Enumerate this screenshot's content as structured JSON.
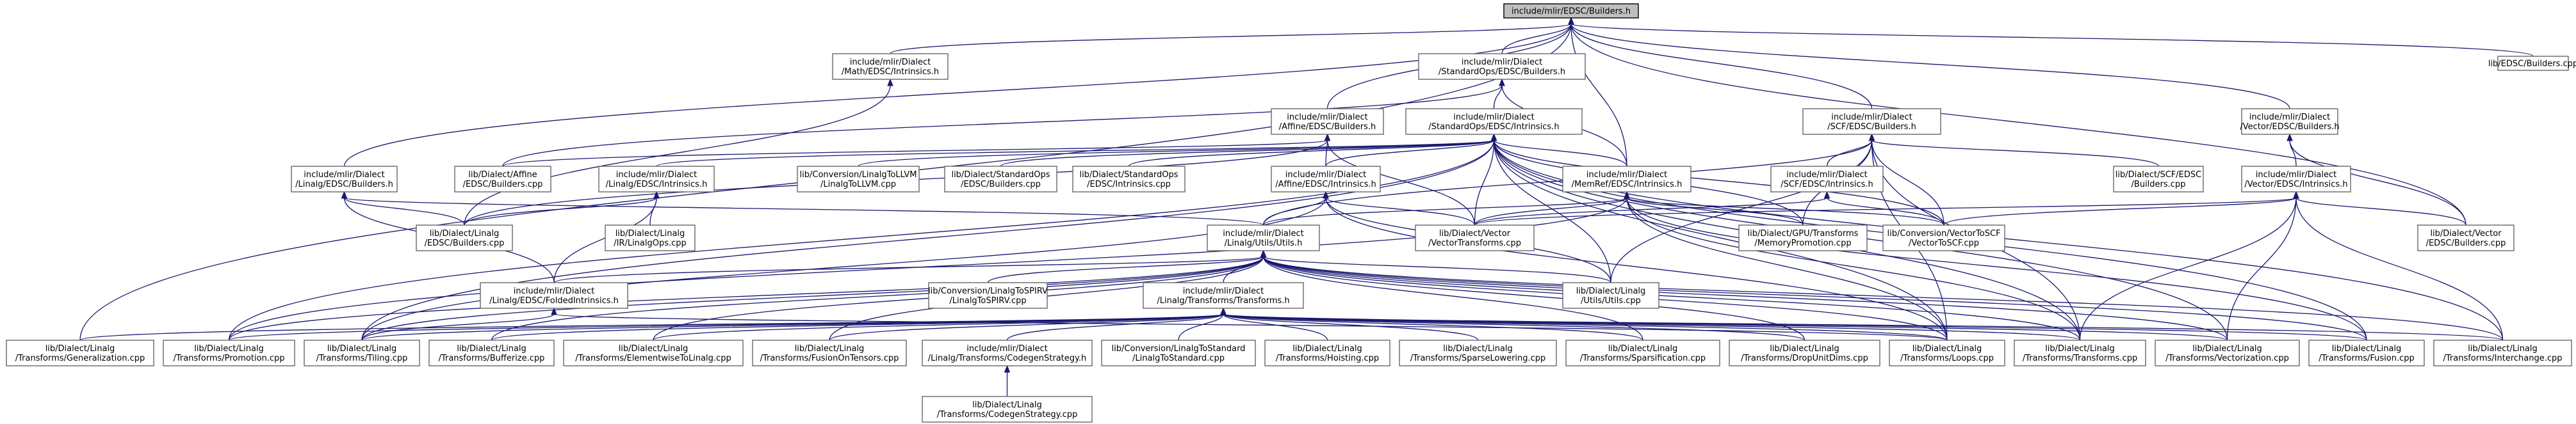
{
  "graph": {
    "root": "builders",
    "nodes": {
      "builders": [
        "include/mlir/EDSC/Builders.h"
      ],
      "math_intr": [
        "include/mlir/Dialect",
        "/Math/EDSC/Intrinsics.h"
      ],
      "std_builders": [
        "include/mlir/Dialect",
        "/StandardOps/EDSC/Builders.h"
      ],
      "lib_edsc_builders": [
        "lib/EDSC/Builders.cpp"
      ],
      "affine_builders": [
        "include/mlir/Dialect",
        "/Affine/EDSC/Builders.h"
      ],
      "std_intr": [
        "include/mlir/Dialect",
        "/StandardOps/EDSC/Intrinsics.h"
      ],
      "scf_builders": [
        "include/mlir/Dialect",
        "/SCF/EDSC/Builders.h"
      ],
      "vector_builders": [
        "include/mlir/Dialect",
        "/Vector/EDSC/Builders.h"
      ],
      "linalg_builders": [
        "include/mlir/Dialect",
        "/Linalg/EDSC/Builders.h"
      ],
      "lib_affine_builders": [
        "lib/Dialect/Affine",
        "/EDSC/Builders.cpp"
      ],
      "linalg_intr": [
        "include/mlir/Dialect",
        "/Linalg/EDSC/Intrinsics.h"
      ],
      "conv_linalg_llvm": [
        "lib/Conversion/LinalgToLLVM",
        "/LinalgToLLVM.cpp"
      ],
      "lib_std_builders": [
        "lib/Dialect/StandardOps",
        "/EDSC/Builders.cpp"
      ],
      "lib_std_intr": [
        "lib/Dialect/StandardOps",
        "/EDSC/Intrinsics.cpp"
      ],
      "affine_intr": [
        "include/mlir/Dialect",
        "/Affine/EDSC/Intrinsics.h"
      ],
      "memref_intr": [
        "include/mlir/Dialect",
        "/MemRef/EDSC/Intrinsics.h"
      ],
      "scf_intr": [
        "include/mlir/Dialect",
        "/SCF/EDSC/Intrinsics.h"
      ],
      "lib_scf_builders": [
        "lib/Dialect/SCF/EDSC",
        "/Builders.cpp"
      ],
      "vector_intr": [
        "include/mlir/Dialect",
        "/Vector/EDSC/Intrinsics.h"
      ],
      "lib_linalg_builders": [
        "lib/Dialect/Linalg",
        "/EDSC/Builders.cpp"
      ],
      "lib_linalg_ops": [
        "lib/Dialect/Linalg",
        "/IR/LinalgOps.cpp"
      ],
      "linalg_utils": [
        "include/mlir/Dialect",
        "/Linalg/Utils/Utils.h"
      ],
      "vector_transforms": [
        "lib/Dialect/Vector",
        "/VectorTransforms.cpp"
      ],
      "gpu_memprom": [
        "lib/Dialect/GPU/Transforms",
        "/MemoryPromotion.cpp"
      ],
      "conv_vector_scf": [
        "lib/Conversion/VectorToSCF",
        "/VectorToSCF.cpp"
      ],
      "lib_vector_builders": [
        "lib/Dialect/Vector",
        "/EDSC/Builders.cpp"
      ],
      "folded_intr": [
        "include/mlir/Dialect",
        "/Linalg/EDSC/FoldedIntrinsics.h"
      ],
      "conv_linalg_spirv": [
        "lib/Conversion/LinalgToSPIRV",
        "/LinalgToSPIRV.cpp"
      ],
      "linalg_transforms_h": [
        "include/mlir/Dialect",
        "/Linalg/Transforms/Transforms.h"
      ],
      "lib_linalg_utils": [
        "lib/Dialect/Linalg",
        "/Utils/Utils.cpp"
      ],
      "t_generalization": [
        "lib/Dialect/Linalg",
        "/Transforms/Generalization.cpp"
      ],
      "t_promotion": [
        "lib/Dialect/Linalg",
        "/Transforms/Promotion.cpp"
      ],
      "t_tiling": [
        "lib/Dialect/Linalg",
        "/Transforms/Tiling.cpp"
      ],
      "t_bufferize": [
        "lib/Dialect/Linalg",
        "/Transforms/Bufferize.cpp"
      ],
      "t_elementwise": [
        "lib/Dialect/Linalg",
        "/Transforms/ElementwiseToLinalg.cpp"
      ],
      "t_fusion_tensors": [
        "lib/Dialect/Linalg",
        "/Transforms/FusionOnTensors.cpp"
      ],
      "codegen_h": [
        "include/mlir/Dialect",
        "/Linalg/Transforms/CodegenStrategy.h"
      ],
      "conv_linalg_std": [
        "lib/Conversion/LinalgToStandard",
        "/LinalgToStandard.cpp"
      ],
      "t_hoisting": [
        "lib/Dialect/Linalg",
        "/Transforms/Hoisting.cpp"
      ],
      "t_sparse_lowering": [
        "lib/Dialect/Linalg",
        "/Transforms/SparseLowering.cpp"
      ],
      "t_sparsification": [
        "lib/Dialect/Linalg",
        "/Transforms/Sparsification.cpp"
      ],
      "t_drop_unit": [
        "lib/Dialect/Linalg",
        "/Transforms/DropUnitDims.cpp"
      ],
      "t_loops": [
        "lib/Dialect/Linalg",
        "/Transforms/Loops.cpp"
      ],
      "t_transforms": [
        "lib/Dialect/Linalg",
        "/Transforms/Transforms.cpp"
      ],
      "t_vectorization": [
        "lib/Dialect/Linalg",
        "/Transforms/Vectorization.cpp"
      ],
      "t_fusion": [
        "lib/Dialect/Linalg",
        "/Transforms/Fusion.cpp"
      ],
      "t_interchange": [
        "lib/Dialect/Linalg",
        "/Transforms/Interchange.cpp"
      ],
      "lib_codegen": [
        "lib/Dialect/Linalg",
        "/Transforms/CodegenStrategy.cpp"
      ]
    },
    "edges": [
      [
        "builders",
        "math_intr"
      ],
      [
        "builders",
        "std_builders"
      ],
      [
        "builders",
        "lib_edsc_builders"
      ],
      [
        "builders",
        "affine_builders"
      ],
      [
        "builders",
        "scf_builders"
      ],
      [
        "builders",
        "vector_builders"
      ],
      [
        "builders",
        "linalg_builders"
      ],
      [
        "builders",
        "memref_intr"
      ],
      [
        "builders",
        "lib_vector_builders"
      ],
      [
        "builders",
        "t_generalization"
      ],
      [
        "math_intr",
        "lib_linalg_builders"
      ],
      [
        "std_builders",
        "std_intr"
      ],
      [
        "std_builders",
        "lib_affine_builders"
      ],
      [
        "std_builders",
        "memref_intr"
      ],
      [
        "affine_builders",
        "affine_intr"
      ],
      [
        "affine_builders",
        "lib_affine_builders"
      ],
      [
        "affine_builders",
        "lib_linalg_builders"
      ],
      [
        "affine_builders",
        "vector_transforms"
      ],
      [
        "std_intr",
        "linalg_intr"
      ],
      [
        "std_intr",
        "conv_linalg_llvm"
      ],
      [
        "std_intr",
        "lib_std_builders"
      ],
      [
        "std_intr",
        "lib_std_intr"
      ],
      [
        "std_intr",
        "affine_intr"
      ],
      [
        "std_intr",
        "memref_intr"
      ],
      [
        "std_intr",
        "vector_transforms"
      ],
      [
        "std_intr",
        "gpu_memprom"
      ],
      [
        "std_intr",
        "conv_vector_scf"
      ],
      [
        "std_intr",
        "lib_linalg_utils"
      ],
      [
        "std_intr",
        "t_promotion"
      ],
      [
        "std_intr",
        "t_tiling"
      ],
      [
        "std_intr",
        "t_loops"
      ],
      [
        "std_intr",
        "t_transforms"
      ],
      [
        "std_intr",
        "t_vectorization"
      ],
      [
        "std_intr",
        "t_fusion"
      ],
      [
        "std_intr",
        "t_interchange"
      ],
      [
        "scf_builders",
        "scf_intr"
      ],
      [
        "scf_builders",
        "lib_scf_builders"
      ],
      [
        "scf_builders",
        "linalg_utils"
      ],
      [
        "scf_builders",
        "gpu_memprom"
      ],
      [
        "scf_builders",
        "conv_vector_scf"
      ],
      [
        "scf_builders",
        "lib_linalg_utils"
      ],
      [
        "scf_builders",
        "t_loops"
      ],
      [
        "scf_builders",
        "t_transforms"
      ],
      [
        "vector_builders",
        "vector_intr"
      ],
      [
        "vector_builders",
        "lib_vector_builders"
      ],
      [
        "linalg_builders",
        "lib_linalg_builders"
      ],
      [
        "linalg_builders",
        "folded_intr"
      ],
      [
        "linalg_builders",
        "linalg_utils"
      ],
      [
        "linalg_intr",
        "lib_linalg_builders"
      ],
      [
        "linalg_intr",
        "lib_linalg_ops"
      ],
      [
        "linalg_intr",
        "folded_intr"
      ],
      [
        "affine_intr",
        "linalg_utils"
      ],
      [
        "affine_intr",
        "vector_transforms"
      ],
      [
        "affine_intr",
        "lib_linalg_utils"
      ],
      [
        "affine_intr",
        "t_tiling"
      ],
      [
        "affine_intr",
        "t_loops"
      ],
      [
        "memref_intr",
        "linalg_utils"
      ],
      [
        "memref_intr",
        "vector_transforms"
      ],
      [
        "memref_intr",
        "gpu_memprom"
      ],
      [
        "memref_intr",
        "conv_vector_scf"
      ],
      [
        "memref_intr",
        "t_promotion"
      ],
      [
        "memref_intr",
        "t_loops"
      ],
      [
        "memref_intr",
        "t_transforms"
      ],
      [
        "memref_intr",
        "t_fusion"
      ],
      [
        "scf_intr",
        "vector_transforms"
      ],
      [
        "scf_intr",
        "conv_vector_scf"
      ],
      [
        "vector_intr",
        "vector_transforms"
      ],
      [
        "vector_intr",
        "conv_vector_scf"
      ],
      [
        "vector_intr",
        "lib_vector_builders"
      ],
      [
        "vector_intr",
        "t_transforms"
      ],
      [
        "vector_intr",
        "t_vectorization"
      ],
      [
        "vector_intr",
        "t_interchange"
      ],
      [
        "linalg_utils",
        "folded_intr"
      ],
      [
        "linalg_utils",
        "conv_linalg_spirv"
      ],
      [
        "linalg_utils",
        "linalg_transforms_h"
      ],
      [
        "linalg_utils",
        "lib_linalg_utils"
      ],
      [
        "linalg_utils",
        "t_promotion"
      ],
      [
        "linalg_utils",
        "t_tiling"
      ],
      [
        "linalg_utils",
        "t_bufferize"
      ],
      [
        "linalg_utils",
        "t_elementwise"
      ],
      [
        "linalg_utils",
        "t_fusion_tensors"
      ],
      [
        "linalg_utils",
        "t_sparsification"
      ],
      [
        "linalg_utils",
        "t_drop_unit"
      ],
      [
        "linalg_utils",
        "t_loops"
      ],
      [
        "linalg_utils",
        "t_transforms"
      ],
      [
        "linalg_utils",
        "t_vectorization"
      ],
      [
        "linalg_utils",
        "t_fusion"
      ],
      [
        "linalg_utils",
        "t_interchange"
      ],
      [
        "folded_intr",
        "t_tiling"
      ],
      [
        "folded_intr",
        "t_loops"
      ],
      [
        "linalg_transforms_h",
        "t_generalization"
      ],
      [
        "linalg_transforms_h",
        "t_promotion"
      ],
      [
        "linalg_transforms_h",
        "t_tiling"
      ],
      [
        "linalg_transforms_h",
        "t_bufferize"
      ],
      [
        "linalg_transforms_h",
        "t_elementwise"
      ],
      [
        "linalg_transforms_h",
        "t_fusion_tensors"
      ],
      [
        "linalg_transforms_h",
        "codegen_h"
      ],
      [
        "linalg_transforms_h",
        "conv_linalg_std"
      ],
      [
        "linalg_transforms_h",
        "t_hoisting"
      ],
      [
        "linalg_transforms_h",
        "t_sparse_lowering"
      ],
      [
        "linalg_transforms_h",
        "t_sparsification"
      ],
      [
        "linalg_transforms_h",
        "t_drop_unit"
      ],
      [
        "linalg_transforms_h",
        "t_loops"
      ],
      [
        "linalg_transforms_h",
        "t_transforms"
      ],
      [
        "linalg_transforms_h",
        "t_vectorization"
      ],
      [
        "linalg_transforms_h",
        "t_fusion"
      ],
      [
        "linalg_transforms_h",
        "t_interchange"
      ],
      [
        "codegen_h",
        "lib_codegen"
      ]
    ]
  }
}
